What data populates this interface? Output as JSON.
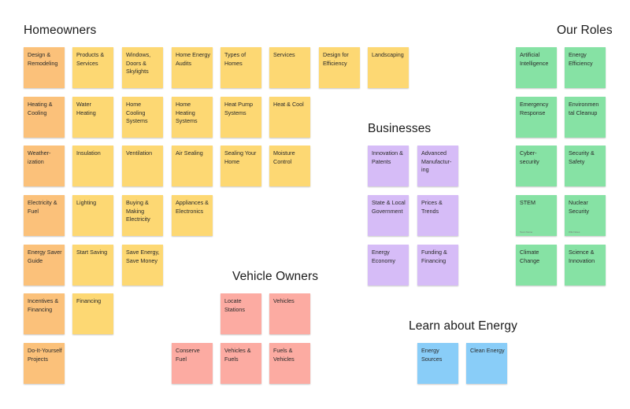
{
  "headings": {
    "homeowners": "Homeowners",
    "our_roles": "Our Roles",
    "businesses": "Businesses",
    "vehicle_owners": "Vehicle Owners",
    "learn_about_energy": "Learn about Energy"
  },
  "colors": {
    "orange": "#fbc17a",
    "yellow": "#fdd873",
    "purple": "#d6bcf7",
    "green": "#86e2a4",
    "red": "#fcaba2",
    "blue": "#89cdf8"
  },
  "notes": {
    "design_remodeling": "Design & Remodeling",
    "products_services": "Products & Services",
    "windows_doors_skylights": "Windows, Doors & Skylights",
    "home_energy_audits": "Home Energy Audits",
    "types_of_homes": "Types of Homes",
    "services": "Services",
    "design_for_efficiency": "Design for Efficiency",
    "landscaping": "Landscaping",
    "heating_cooling": "Heating & Cooling",
    "water_heating": "Water Heating",
    "home_cooling_systems": "Home Cooling Systems",
    "home_heating_systems": "Home Heating Systems",
    "heat_pump_systems": "Heat Pump Systems",
    "heat_cool": "Heat & Cool",
    "weatherization": "Weather-ization",
    "insulation": "Insulation",
    "ventilation": "Ventilation",
    "air_sealing": "Air Sealing",
    "sealing_your_home": "Sealing Your Home",
    "moisture_control": "Moisture Control",
    "electricity_fuel": "Electricity & Fuel",
    "lighting": "Lighting",
    "buying_making_electricity": "Buying & Making Electricity",
    "appliances_electronics": "Appliances & Electronics",
    "energy_saver_guide": "Energy Saver Guide",
    "start_saving": "Start Saving",
    "save_energy_save_money": "Save Energy, Save Money",
    "incentives_financing": "Incentives & Financing",
    "financing": "Financing",
    "do_it_yourself_projects": "Do-It-Yourself Projects",
    "locate_stations": "Locate Stations",
    "vehicles": "Vehicles",
    "conserve_fuel": "Conserve Fuel",
    "vehicles_fuels": "Vehicles & Fuels",
    "fuels_vehicles": "Fuels & Vehicles",
    "innovation_patents": "Innovation & Patents",
    "advanced_manufacturing": "Advanced Manufactur-ing",
    "state_local_government": "State & Local Government",
    "prices_trends": "Prices & Trends",
    "energy_economy": "Energy Economy",
    "funding_financing": "Funding & Financing",
    "energy_sources": "Energy Sources",
    "clean_energy": "Clean Energy",
    "artificial_intelligence": "Artificial Intelligence",
    "energy_efficiency": "Energy Efficiency",
    "emergency_response": "Emergency Response",
    "environmental_cleanup": "Environmen tal Cleanup",
    "cybersecurity": "Cyber-security",
    "security_safety": "Security & Safety",
    "stem": "STEM",
    "nuclear_security": "Nuclear Security",
    "climate_change": "Climate Change",
    "science_innovation": "Science & Innovation"
  },
  "note_footers": {
    "stem": "Team Name",
    "nuclear_security": "Wiki Notes"
  }
}
